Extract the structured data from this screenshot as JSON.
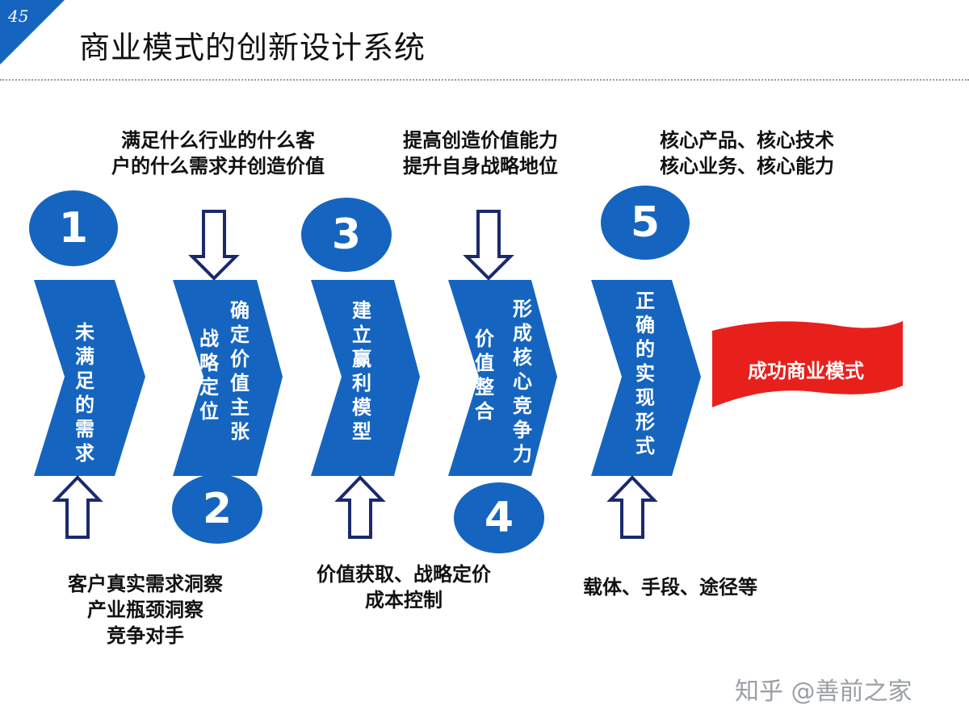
{
  "slide": {
    "page_number": "45",
    "title": "商业模式的创新设计系统"
  },
  "colors": {
    "primary_blue": "#1565c0",
    "arrow_stroke": "#1a2a6c",
    "success_red": "#e8201c"
  },
  "top_annotations": [
    {
      "lines": [
        "满足什么行业的什么客",
        "户的什么需求并创造价值"
      ]
    },
    {
      "lines": [
        "提高创造价值能力",
        "提升自身战略地位"
      ]
    },
    {
      "lines": [
        "核心产品、核心技术",
        "核心业务、核心能力"
      ]
    }
  ],
  "bottom_annotations": [
    {
      "lines": [
        "客户真实需求洞察",
        "产业瓶颈洞察",
        "竞争对手"
      ]
    },
    {
      "lines": [
        "价值获取、战略定价",
        "成本控制"
      ]
    },
    {
      "lines": [
        "载体、手段、途径等"
      ]
    }
  ],
  "steps": [
    {
      "number": "1",
      "label": "未满足的需求"
    },
    {
      "number": "2",
      "label_left": "战略定位",
      "label_right": "确定价值主张"
    },
    {
      "number": "3",
      "label": "建立赢利模型"
    },
    {
      "number": "4",
      "label_left": "价值整合",
      "label_right": "形成核心竞争力"
    },
    {
      "number": "5",
      "label": "正确的实现形式"
    }
  ],
  "result": {
    "label": "成功商业模式"
  },
  "watermark": {
    "text": "知乎 @善前之家"
  }
}
